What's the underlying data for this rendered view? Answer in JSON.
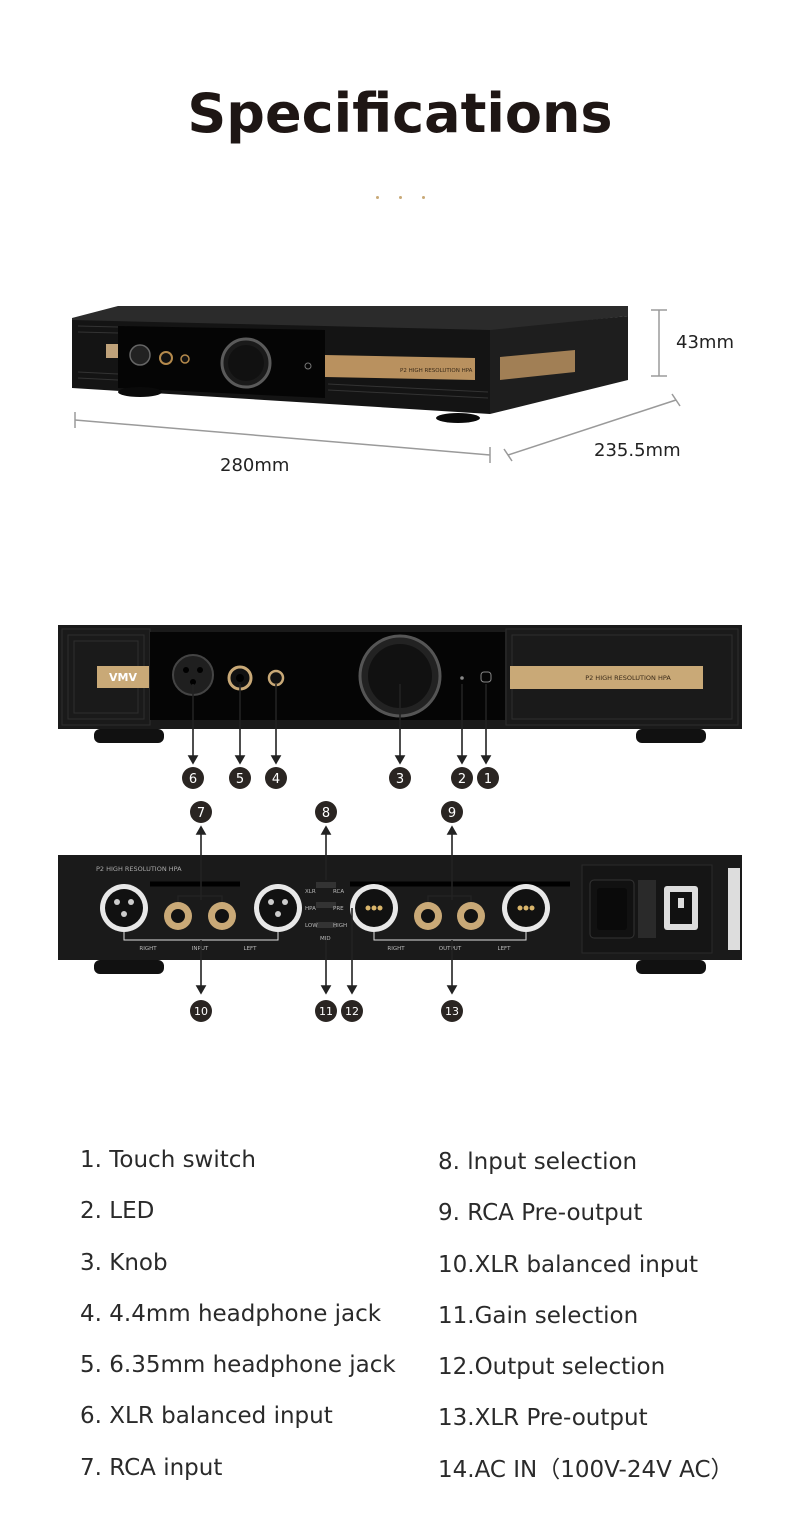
{
  "page_title": "Specifications",
  "dimensions": {
    "height": "43mm",
    "width": "280mm",
    "depth": "235.5mm"
  },
  "device": {
    "model_label": "P2 HIGH RESOLUTION HPA",
    "brand": "VMV",
    "rear_label": "P2  HIGH RESOLUTION HPA"
  },
  "front_labels": [
    "6",
    "5",
    "4",
    "3",
    "2",
    "1"
  ],
  "rear_labels_top": [
    "7",
    "8",
    "9"
  ],
  "rear_labels_bottom": [
    "10",
    "11",
    "12",
    "13"
  ],
  "rear_panel_text": {
    "right": "RIGHT",
    "input": "INPUT",
    "left": "LEFT",
    "xlr": "XLR",
    "rca": "RCA",
    "hpa": "HPA",
    "pre": "PRE",
    "low": "LOW",
    "high": "HIGH",
    "mid": "MID",
    "right2": "RIGHT",
    "output": "OUTPUT",
    "left2": "LEFT"
  },
  "specs_left": [
    "1. Touch switch",
    "2. LED",
    "3. Knob",
    "4. 4.4mm headphone jack",
    "5. 6.35mm headphone jack",
    "6. XLR balanced input",
    "7. RCA input"
  ],
  "specs_right": [
    "8.  lnput selection",
    "9.  RCA Pre-output",
    "10.XLR balanced input",
    "11.Gain selection",
    "12.Output selection",
    "13.XLR Pre-output",
    "14.AC IN（100V-24V AC）"
  ],
  "colors": {
    "gold": "#c9a977",
    "device": "#1c1c1c",
    "badge": "#2a2522"
  }
}
